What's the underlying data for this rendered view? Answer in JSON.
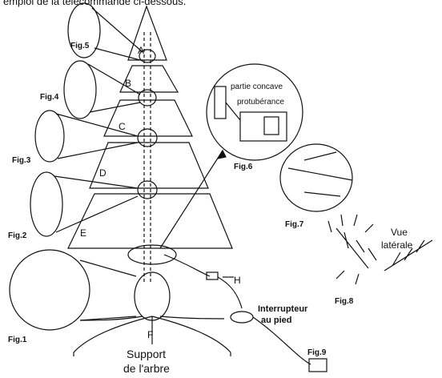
{
  "header_text": "emploi de la télécommande ci-dessous.",
  "figures": {
    "fig1": "Fig.1",
    "fig2": "Fig.2",
    "fig3": "Fig.3",
    "fig4": "Fig.4",
    "fig5": "Fig.5",
    "fig6": "Fig.6",
    "fig7": "Fig.7",
    "fig8": "Fig.8",
    "fig9": "Fig.9"
  },
  "sections": {
    "a": "A",
    "b": "B",
    "c": "C",
    "d": "D",
    "e": "E",
    "f": "F",
    "h": "H"
  },
  "callouts": {
    "concave": "partie concave",
    "protuberance": "protubérance",
    "side_view_line1": "Vue",
    "side_view_line2": "latérale",
    "switch_line1": "Interrupteur",
    "switch_line2": "au pied",
    "stand_line1": "Support",
    "stand_line2": "de l'arbre"
  }
}
